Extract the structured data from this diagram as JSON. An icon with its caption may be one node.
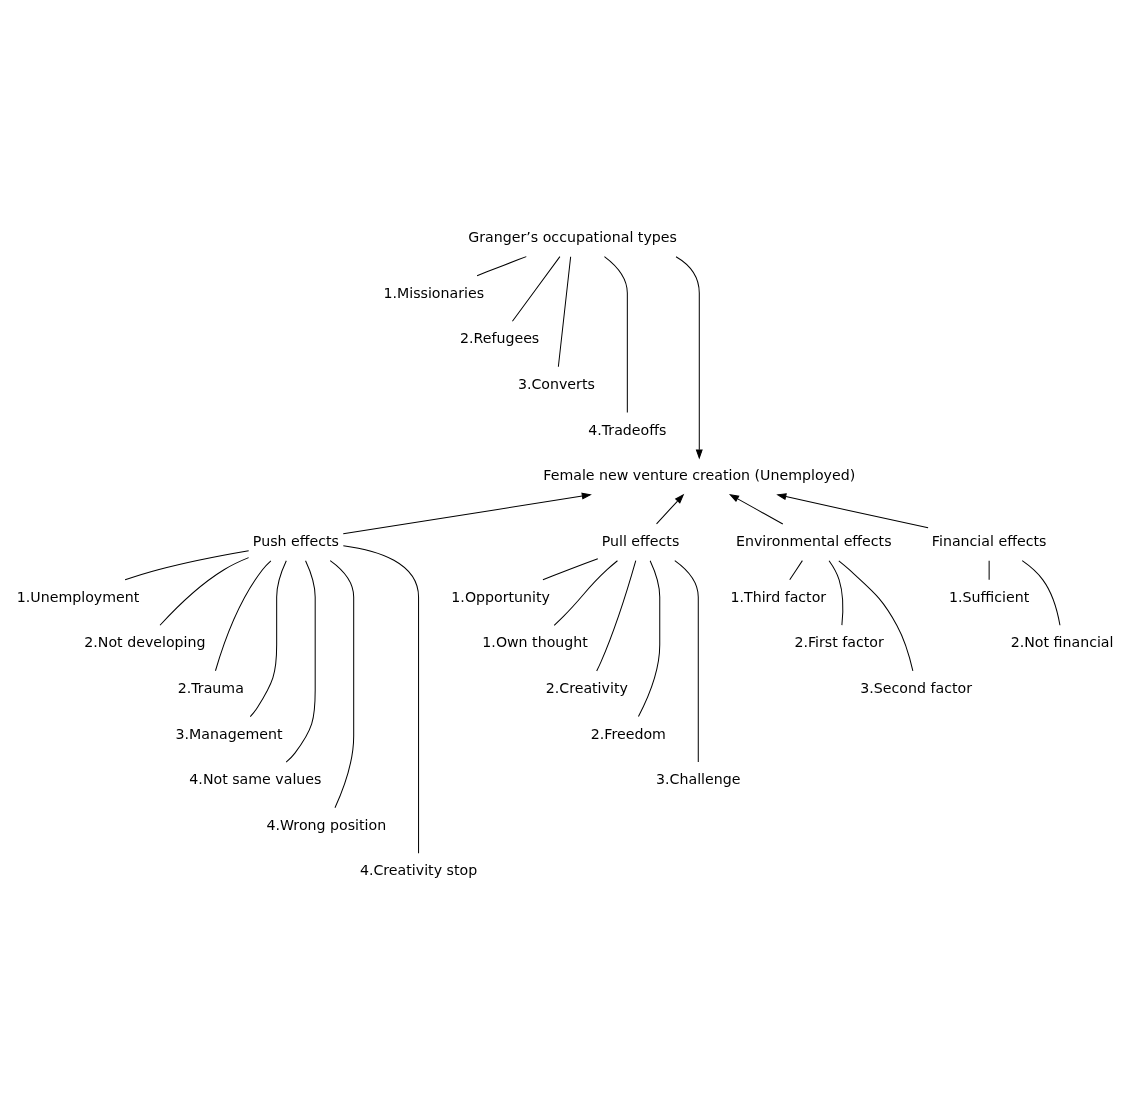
{
  "diagram": {
    "nodes": [
      {
        "text": [
          "Granger’s occupational types"
        ]
      },
      {
        "text": [
          "1.Missionaries"
        ]
      },
      {
        "text": [
          "2.Refugees"
        ]
      },
      {
        "text": [
          "3.Converts"
        ]
      },
      {
        "text": [
          "4.Tradeoffs"
        ]
      },
      {
        "text": [
          "Female new venture creation (Unemployed)"
        ]
      },
      {
        "text": [
          "Push effects"
        ]
      },
      {
        "text": [
          "1.Unemployment"
        ]
      },
      {
        "text": [
          "2.Not developing"
        ]
      },
      {
        "text": [
          "2.Trauma"
        ]
      },
      {
        "text": [
          "3.Management"
        ]
      },
      {
        "text": [
          "4.Not same values"
        ]
      },
      {
        "text": [
          "4.Wrong position"
        ]
      },
      {
        "text": [
          "4.Creativity stop"
        ]
      },
      {
        "text": [
          "Pull effects"
        ]
      },
      {
        "text": [
          "1.Opportunity"
        ]
      },
      {
        "text": [
          "1.Own thought"
        ]
      },
      {
        "text": [
          "2.Creativity"
        ]
      },
      {
        "text": [
          "2.Freedom"
        ]
      },
      {
        "text": [
          "3.Challenge"
        ]
      },
      {
        "text": [
          "Environmental effects"
        ]
      },
      {
        "text": [
          "1.Third factor"
        ]
      },
      {
        "text": [
          "2.First factor"
        ]
      },
      {
        "text": [
          "3.Second factor"
        ]
      },
      {
        "text": [
          "Financial effects"
        ]
      },
      {
        "text": [
          "1.Sufficient"
        ]
      },
      {
        "text": [
          "2.Not financial"
        ]
      }
    ],
    "edges": [
      {
        "from": 0,
        "to": 5,
        "arrow": "to"
      },
      {
        "from": 0,
        "to": 1,
        "arrow": "none"
      },
      {
        "from": 0,
        "to": 2,
        "arrow": "none"
      },
      {
        "from": 0,
        "to": 3,
        "arrow": "none"
      },
      {
        "from": 0,
        "to": 4,
        "arrow": "none"
      },
      {
        "from": 6,
        "to": 5,
        "arrow": "to"
      },
      {
        "from": 14,
        "to": 5,
        "arrow": "to"
      },
      {
        "from": 20,
        "to": 5,
        "arrow": "to"
      },
      {
        "from": 24,
        "to": 5,
        "arrow": "to"
      },
      {
        "from": 6,
        "to": 7,
        "arrow": "none"
      },
      {
        "from": 6,
        "to": 8,
        "arrow": "none"
      },
      {
        "from": 6,
        "to": 9,
        "arrow": "none"
      },
      {
        "from": 6,
        "to": 10,
        "arrow": "none"
      },
      {
        "from": 6,
        "to": 11,
        "arrow": "none"
      },
      {
        "from": 6,
        "to": 12,
        "arrow": "none"
      },
      {
        "from": 6,
        "to": 13,
        "arrow": "none"
      },
      {
        "from": 14,
        "to": 15,
        "arrow": "none"
      },
      {
        "from": 14,
        "to": 16,
        "arrow": "none"
      },
      {
        "from": 14,
        "to": 17,
        "arrow": "none"
      },
      {
        "from": 14,
        "to": 18,
        "arrow": "none"
      },
      {
        "from": 14,
        "to": 19,
        "arrow": "none"
      },
      {
        "from": 20,
        "to": 21,
        "arrow": "none"
      },
      {
        "from": 20,
        "to": 22,
        "arrow": "none"
      },
      {
        "from": 20,
        "to": 23,
        "arrow": "none"
      },
      {
        "from": 24,
        "to": 25,
        "arrow": "none"
      },
      {
        "from": 24,
        "to": 26,
        "arrow": "none"
      }
    ]
  }
}
